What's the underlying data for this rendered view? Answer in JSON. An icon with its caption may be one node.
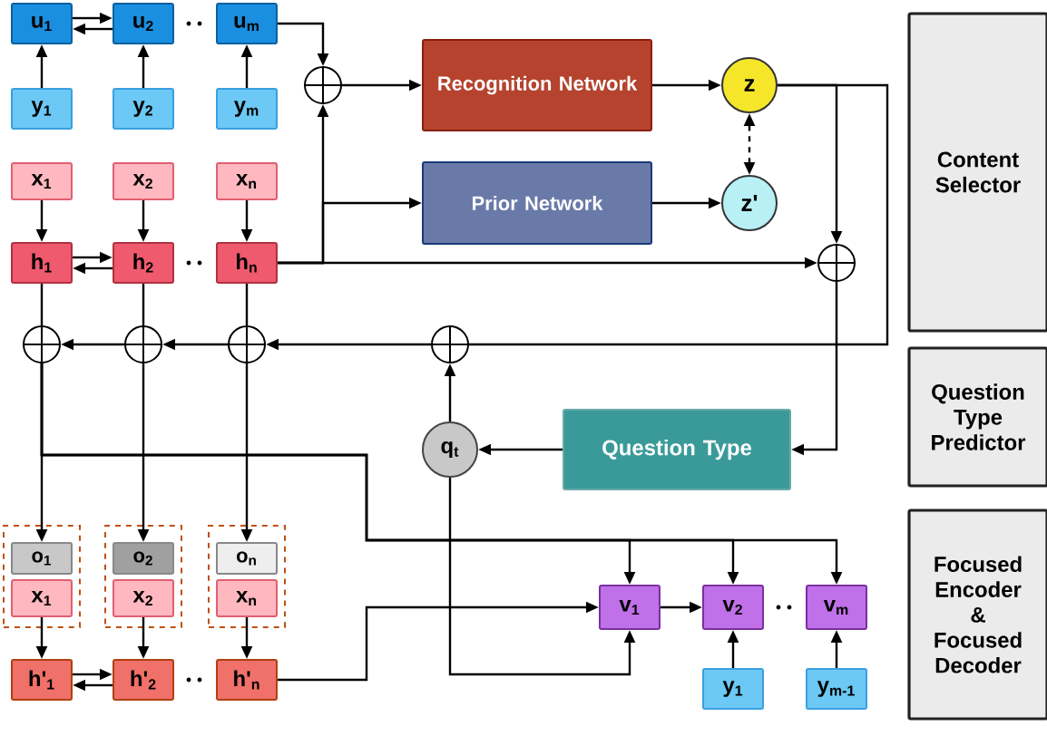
{
  "diagram": {
    "nodes": [
      {
        "text": [
          "u$_{1}$"
        ]
      },
      {
        "text": [
          "u$_{2}$"
        ]
      },
      {
        "text": [
          "u$_{m}$"
        ]
      },
      {
        "text": [
          "y$_{1}$"
        ]
      },
      {
        "text": [
          "y$_{2}$"
        ]
      },
      {
        "text": [
          "y$_{m}$"
        ]
      },
      {
        "text": [
          "x$_{1}$"
        ]
      },
      {
        "text": [
          "x$_{2}$"
        ]
      },
      {
        "text": [
          "x$_{n}$"
        ]
      },
      {
        "text": [
          "h$_{1}$"
        ]
      },
      {
        "text": [
          "h$_{2}$"
        ]
      },
      {
        "text": [
          "h$_{n}$"
        ]
      },
      {
        "text": [],
        "shape": "circle"
      },
      {
        "text": [
          "Recognition Network"
        ]
      },
      {
        "text": [
          "Prior Network"
        ]
      },
      {
        "text": [
          "z"
        ]
      },
      {
        "text": [
          "z'"
        ]
      },
      {
        "text": [],
        "shape": "circle"
      },
      {
        "text": [],
        "shape": "circle"
      },
      {
        "text": [],
        "shape": "circle"
      },
      {
        "text": [],
        "shape": "circle"
      },
      {
        "text": [],
        "shape": "circle"
      },
      {
        "text": [
          "q$_{t}$"
        ]
      },
      {
        "text": [
          "Question Type"
        ]
      },
      {
        "text": [],
        "shape": "box"
      },
      {
        "text": [
          "o$_{1}$"
        ],
        "in": 24
      },
      {
        "text": [
          "x$_{1}$"
        ],
        "in": 24
      },
      {
        "text": [],
        "shape": "box"
      },
      {
        "text": [
          "o$_{2}$"
        ],
        "in": 27
      },
      {
        "text": [
          "x$_{2}$"
        ],
        "in": 27
      },
      {
        "text": [],
        "shape": "box"
      },
      {
        "text": [
          "o$_{n}$"
        ],
        "in": 30
      },
      {
        "text": [
          "x$_{n}$"
        ],
        "in": 30
      },
      {
        "text": [
          "h'$_{1}$"
        ]
      },
      {
        "text": [
          "h'$_{2}$"
        ]
      },
      {
        "text": [
          "h'$_{n}$"
        ]
      },
      {
        "text": [
          "v$_{1}$"
        ]
      },
      {
        "text": [
          "v$_{2}$"
        ]
      },
      {
        "text": [
          "v$_{m}$"
        ]
      },
      {
        "text": [
          "y$_{1}$"
        ]
      },
      {
        "text": [
          "y$_{m-1}$"
        ]
      },
      {
        "text": [
          "Content Selector"
        ]
      },
      {
        "text": [
          "Question Type Predictor"
        ]
      },
      {
        "text": [
          "Focused Encoder & Focused Decoder"
        ]
      }
    ],
    "edges": [
      {
        "from": 0,
        "to": 1,
        "arrow": "to"
      },
      {
        "from": 1,
        "to": 0,
        "arrow": "to"
      },
      {
        "from": 3,
        "to": 0,
        "arrow": "to"
      },
      {
        "from": 4,
        "to": 1,
        "arrow": "to"
      },
      {
        "from": 5,
        "to": 2,
        "arrow": "to"
      },
      {
        "from": 6,
        "to": 9,
        "arrow": "to"
      },
      {
        "from": 7,
        "to": 10,
        "arrow": "to"
      },
      {
        "from": 8,
        "to": 11,
        "arrow": "to"
      },
      {
        "from": 9,
        "to": 10,
        "arrow": "to"
      },
      {
        "from": 10,
        "to": 9,
        "arrow": "to"
      },
      {
        "from": 2,
        "to": 12,
        "arrow": "to"
      },
      {
        "from": 11,
        "to": 12,
        "arrow": "to"
      },
      {
        "from": 11,
        "to": 14,
        "arrow": "to"
      },
      {
        "from": 11,
        "to": 17,
        "arrow": "to"
      },
      {
        "from": 12,
        "to": 13,
        "arrow": "to"
      },
      {
        "from": 13,
        "to": 15,
        "arrow": "to"
      },
      {
        "from": 14,
        "to": 16,
        "arrow": "to"
      },
      {
        "from": 15,
        "to": 16,
        "arrow": "both",
        "style": "dashed"
      },
      {
        "from": 15,
        "to": 17,
        "arrow": "to"
      },
      {
        "from": 15,
        "to": 21,
        "arrow": "none"
      },
      {
        "from": 21,
        "to": 20,
        "arrow": "to"
      },
      {
        "from": 20,
        "to": 19,
        "arrow": "to"
      },
      {
        "from": 19,
        "to": 18,
        "arrow": "to"
      },
      {
        "from": 22,
        "to": 21,
        "arrow": "to"
      },
      {
        "from": 17,
        "to": 23,
        "arrow": "to"
      },
      {
        "from": 23,
        "to": 22,
        "arrow": "to"
      },
      {
        "from": 9,
        "to": 18,
        "arrow": "none"
      },
      {
        "from": 10,
        "to": 19,
        "arrow": "none"
      },
      {
        "from": 11,
        "to": 20,
        "arrow": "none"
      },
      {
        "from": 18,
        "to": 25,
        "arrow": "to"
      },
      {
        "from": 19,
        "to": 28,
        "arrow": "to"
      },
      {
        "from": 20,
        "to": 31,
        "arrow": "to"
      },
      {
        "from": 26,
        "to": 33,
        "arrow": "to"
      },
      {
        "from": 29,
        "to": 34,
        "arrow": "to"
      },
      {
        "from": 32,
        "to": 35,
        "arrow": "to"
      },
      {
        "from": 33,
        "to": 34,
        "arrow": "to"
      },
      {
        "from": 34,
        "to": 33,
        "arrow": "to"
      },
      {
        "from": 18,
        "to": 36,
        "arrow": "to"
      },
      {
        "from": 18,
        "to": 37,
        "arrow": "to"
      },
      {
        "from": 18,
        "to": 38,
        "arrow": "to"
      },
      {
        "from": 35,
        "to": 36,
        "arrow": "to"
      },
      {
        "from": 22,
        "to": 36,
        "arrow": "to"
      },
      {
        "from": 36,
        "to": 37,
        "arrow": "to"
      },
      {
        "from": 39,
        "to": 37,
        "arrow": "to"
      },
      {
        "from": 40,
        "to": 38,
        "arrow": "to"
      }
    ]
  }
}
